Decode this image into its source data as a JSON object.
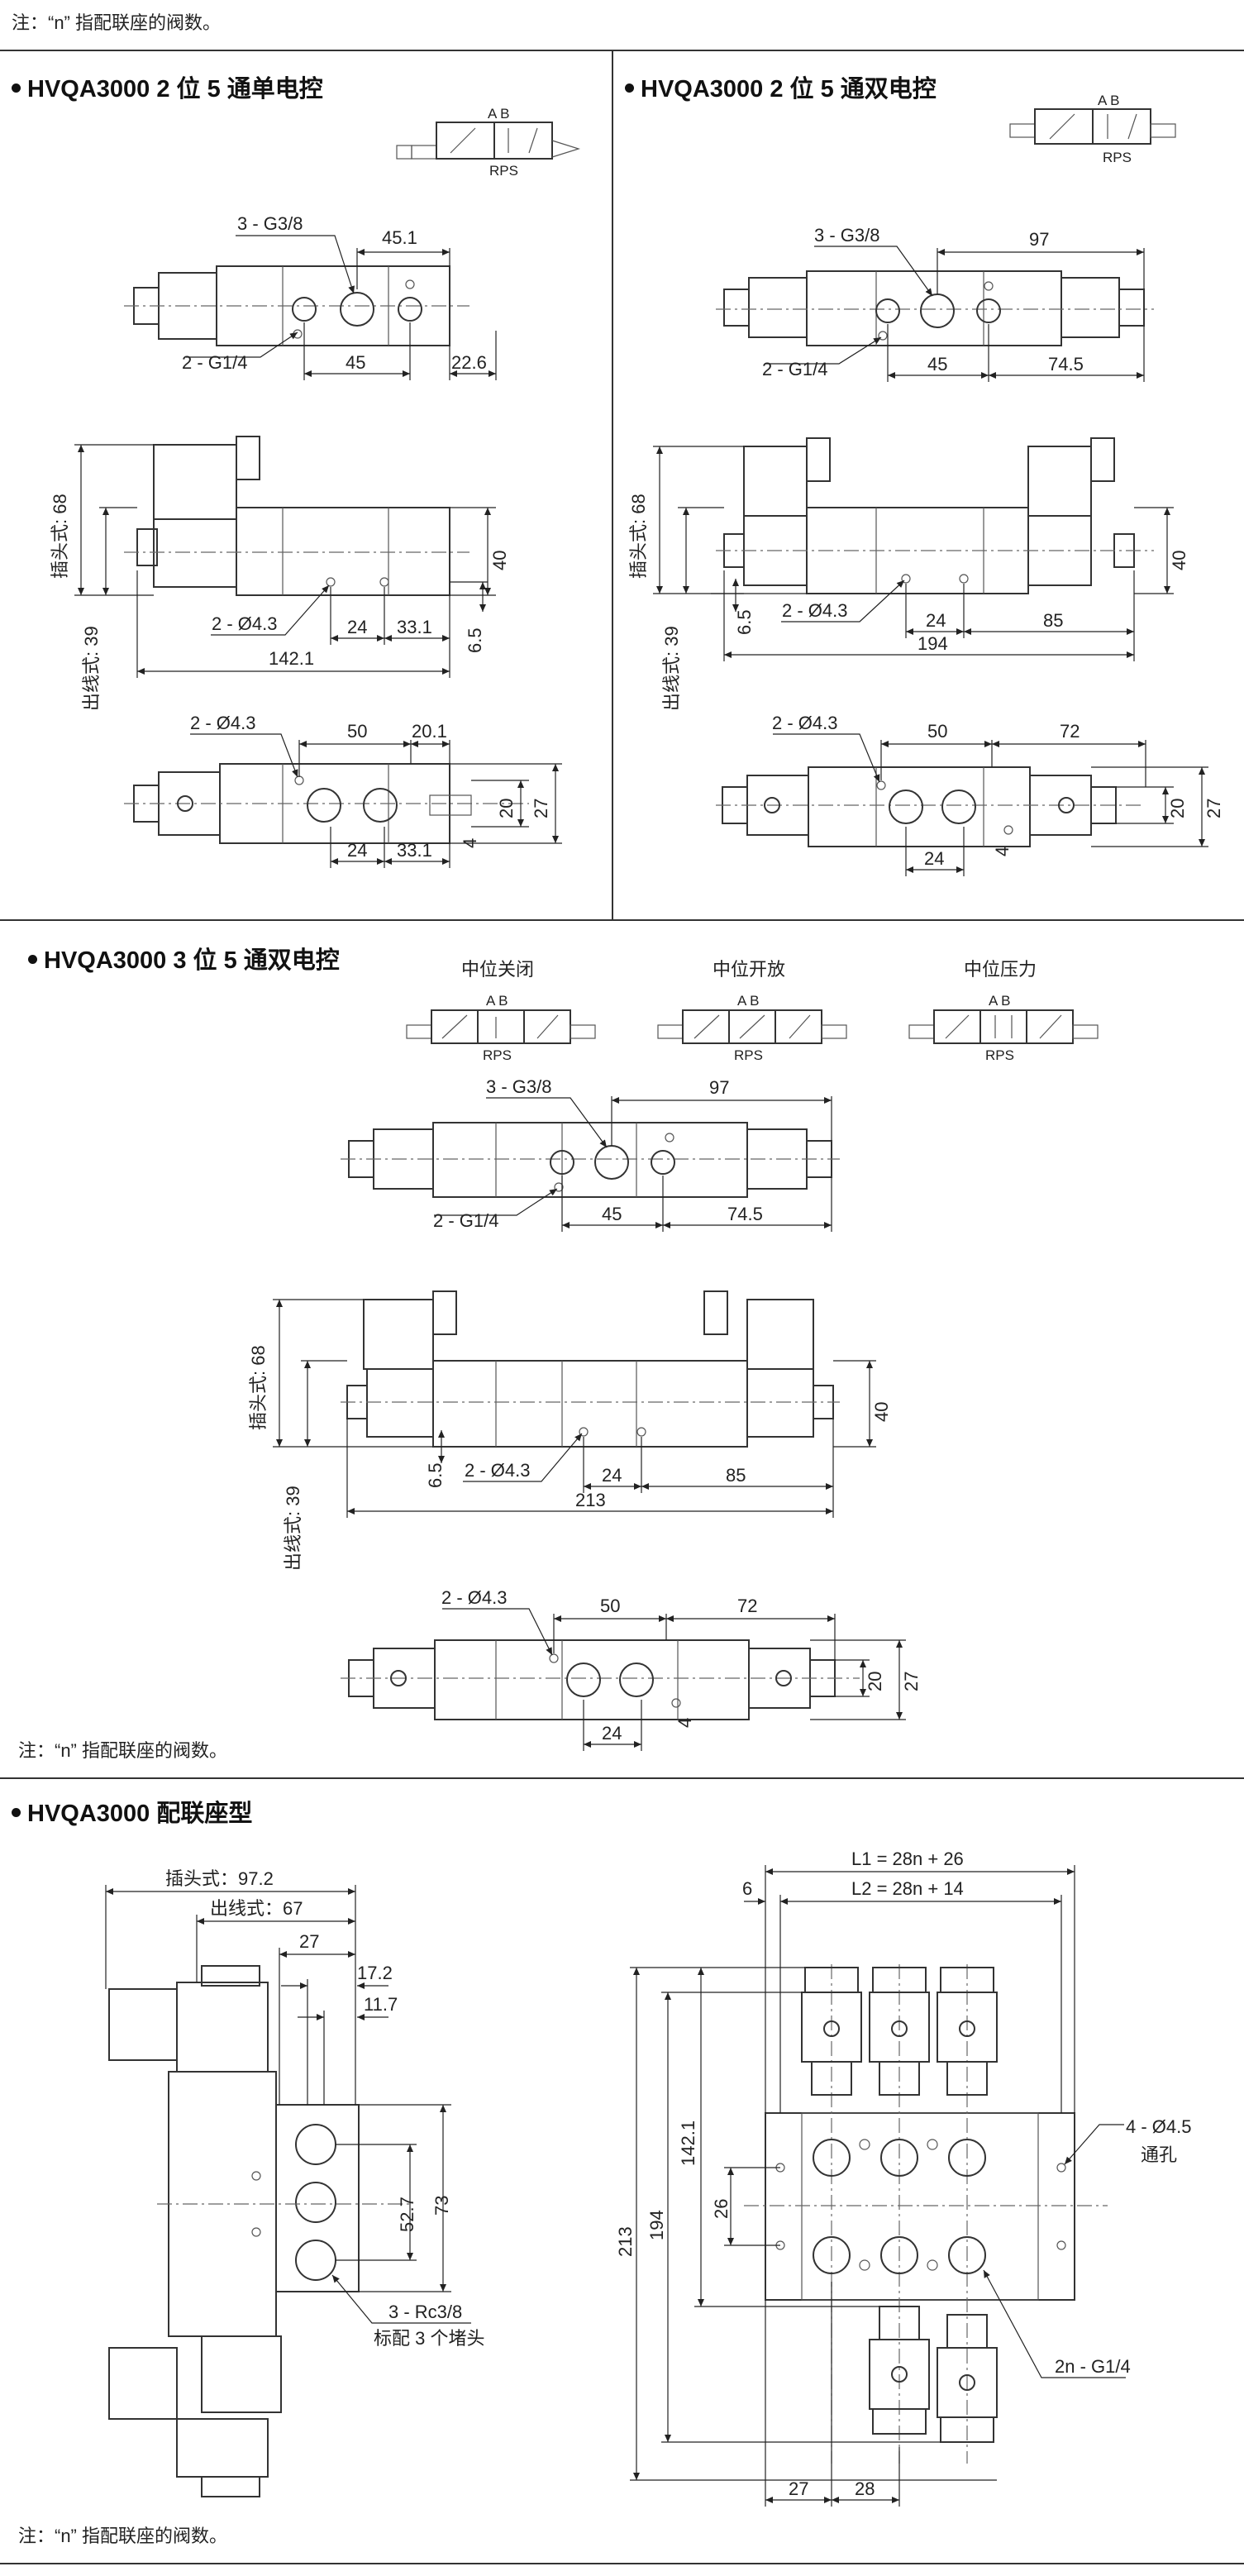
{
  "notes": {
    "top": "注：“n” 指配联座的阀数。",
    "mid": "注：“n” 指配联座的阀数。",
    "bottom": "注：“n” 指配联座的阀数。"
  },
  "sections": {
    "single": {
      "title": "HVQA3000 2 位 5 通单电控",
      "symbol": {
        "ab": "A  B",
        "rps": "RPS"
      },
      "top_view": {
        "port_main": "3 - G3/8",
        "port_side": "2 - G1/4",
        "d_45_1": "45.1",
        "d_45": "45",
        "d_22_6": "22.6"
      },
      "front_view": {
        "plug_label": "插头式: 68",
        "outlet_label": "出线式: 39",
        "holes": "2 - Ø4.3",
        "d_24": "24",
        "d_33_1": "33.1",
        "d_6_5": "6.5",
        "d_40": "40",
        "d_142_1": "142.1"
      },
      "bottom_view": {
        "holes": "2 - Ø4.3",
        "d_50": "50",
        "d_20_1": "20.1",
        "d_20": "20",
        "d_27": "27",
        "d_4": "4",
        "d_24": "24",
        "d_33_1": "33.1"
      }
    },
    "double": {
      "title": "HVQA3000 2 位 5 通双电控",
      "symbol": {
        "ab": "A  B",
        "rps": "RPS"
      },
      "top_view": {
        "port_main": "3 - G3/8",
        "port_side": "2 - G1/4",
        "d_97": "97",
        "d_45": "45",
        "d_74_5": "74.5"
      },
      "front_view": {
        "plug_label": "插头式: 68",
        "outlet_label": "出线式: 39",
        "holes": "2 - Ø4.3",
        "d_6_5": "6.5",
        "d_24": "24",
        "d_85": "85",
        "d_40": "40",
        "d_194": "194"
      },
      "bottom_view": {
        "holes": "2 - Ø4.3",
        "d_50": "50",
        "d_72": "72",
        "d_20": "20",
        "d_27": "27",
        "d_4": "4",
        "d_24": "24"
      }
    },
    "three": {
      "title": "HVQA3000 3 位 5 通双电控",
      "symbols": [
        {
          "label": "中位关闭",
          "ab": "A B",
          "rps": "RPS"
        },
        {
          "label": "中位开放",
          "ab": "A B",
          "rps": "RPS"
        },
        {
          "label": "中位压力",
          "ab": "A B",
          "rps": "RPS"
        }
      ],
      "top_view": {
        "port_main": "3 - G3/8",
        "port_side": "2 - G1/4",
        "d_97": "97",
        "d_45": "45",
        "d_74_5": "74.5"
      },
      "front_view": {
        "plug_label": "插头式: 68",
        "outlet_label": "出线式: 39",
        "holes": "2 - Ø4.3",
        "d_6_5": "6.5",
        "d_24": "24",
        "d_85": "85",
        "d_40": "40",
        "d_213": "213"
      },
      "bottom_view": {
        "holes": "2 - Ø4.3",
        "d_50": "50",
        "d_72": "72",
        "d_20": "20",
        "d_27": "27",
        "d_4": "4",
        "d_24": "24"
      }
    },
    "manifold": {
      "title": "HVQA3000 配联座型",
      "side": {
        "plug": "插头式：97.2",
        "outlet": "出线式：67",
        "d_27": "27",
        "d_17_2": "17.2",
        "d_11_7": "11.7",
        "d_52_7": "52.7",
        "d_73": "73",
        "ports": "3 - Rc3/8",
        "plugs": "标配 3 个堵头"
      },
      "plan": {
        "l1": "L1 = 28n + 26",
        "l2": "L2 = 28n + 14",
        "d_6": "6",
        "d_142_1": "142.1",
        "d_213": "213",
        "d_194": "194",
        "d_26": "26",
        "holes": "4 - Ø4.5",
        "holes_note": "通孔",
        "ports": "2n - G1/4",
        "d_27": "27",
        "d_28": "28"
      }
    }
  }
}
